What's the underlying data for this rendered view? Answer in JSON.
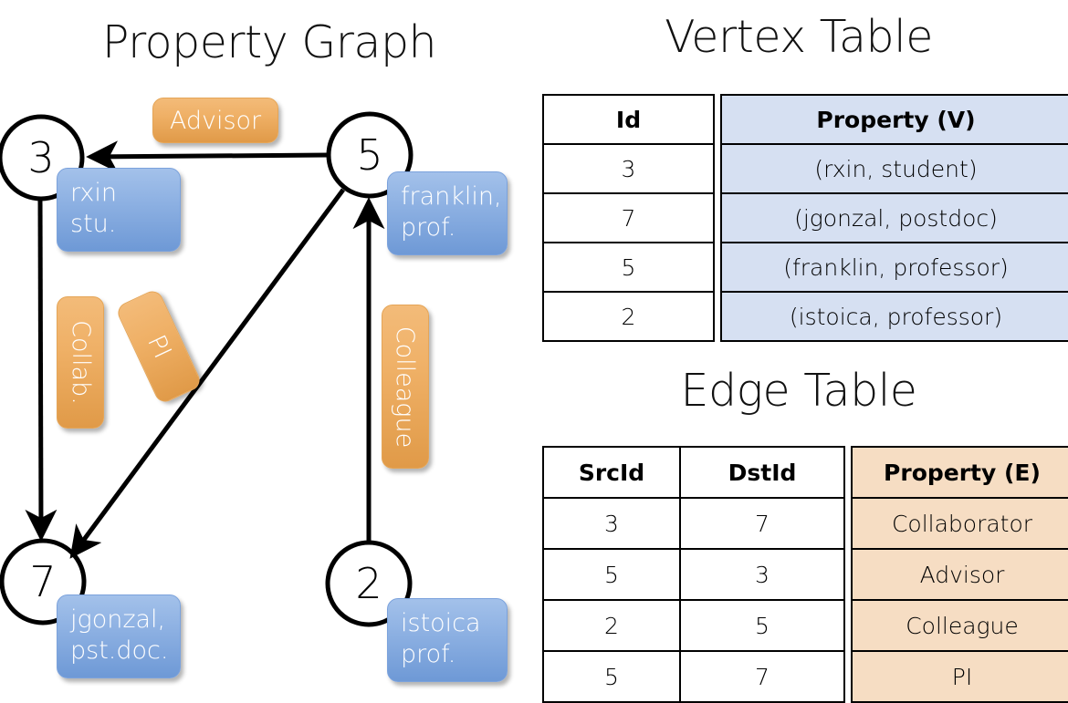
{
  "panels": {
    "graph_title": "Property Graph",
    "vertex_title": "Vertex Table",
    "edge_title": "Edge Table"
  },
  "colors": {
    "vertex_property_fill": "#D6E0F2",
    "edge_property_fill": "#F6DDC3",
    "node_label_blue": "#8FB2E3",
    "edge_label_orange": "#EFB066",
    "stroke": "#000000",
    "background": "#FFFFFF"
  },
  "graph": {
    "nodes": [
      {
        "id": "3",
        "label_line1": "rxin",
        "label_line2": "stu."
      },
      {
        "id": "5",
        "label_line1": "franklin,",
        "label_line2": "prof."
      },
      {
        "id": "7",
        "label_line1": "jgonzal,",
        "label_line2": "pst.doc."
      },
      {
        "id": "2",
        "label_line1": "istoica",
        "label_line2": "prof."
      }
    ],
    "edge_labels": [
      {
        "text": "Advisor",
        "orientation": "horizontal"
      },
      {
        "text": "Collab.",
        "orientation": "vertical"
      },
      {
        "text": "PI",
        "orientation": "diagonal"
      },
      {
        "text": "Colleague",
        "orientation": "vertical"
      }
    ],
    "edges": [
      {
        "from": "5",
        "to": "3",
        "label": "Advisor"
      },
      {
        "from": "3",
        "to": "7",
        "label": "Collab."
      },
      {
        "from": "5",
        "to": "7",
        "label": "PI"
      },
      {
        "from": "2",
        "to": "5",
        "label": "Colleague"
      }
    ]
  },
  "vertex_table": {
    "headers": [
      "Id",
      "Property (V)"
    ],
    "rows": [
      {
        "id": "3",
        "property": "(rxin, student)"
      },
      {
        "id": "7",
        "property": "(jgonzal, postdoc)"
      },
      {
        "id": "5",
        "property": "(franklin, professor)"
      },
      {
        "id": "2",
        "property": "(istoica, professor)"
      }
    ]
  },
  "edge_table": {
    "headers": [
      "SrcId",
      "DstId",
      "Property (E)"
    ],
    "rows": [
      {
        "src": "3",
        "dst": "7",
        "property": "Collaborator"
      },
      {
        "src": "5",
        "dst": "3",
        "property": "Advisor"
      },
      {
        "src": "2",
        "dst": "5",
        "property": "Colleague"
      },
      {
        "src": "5",
        "dst": "7",
        "property": "PI"
      }
    ]
  }
}
